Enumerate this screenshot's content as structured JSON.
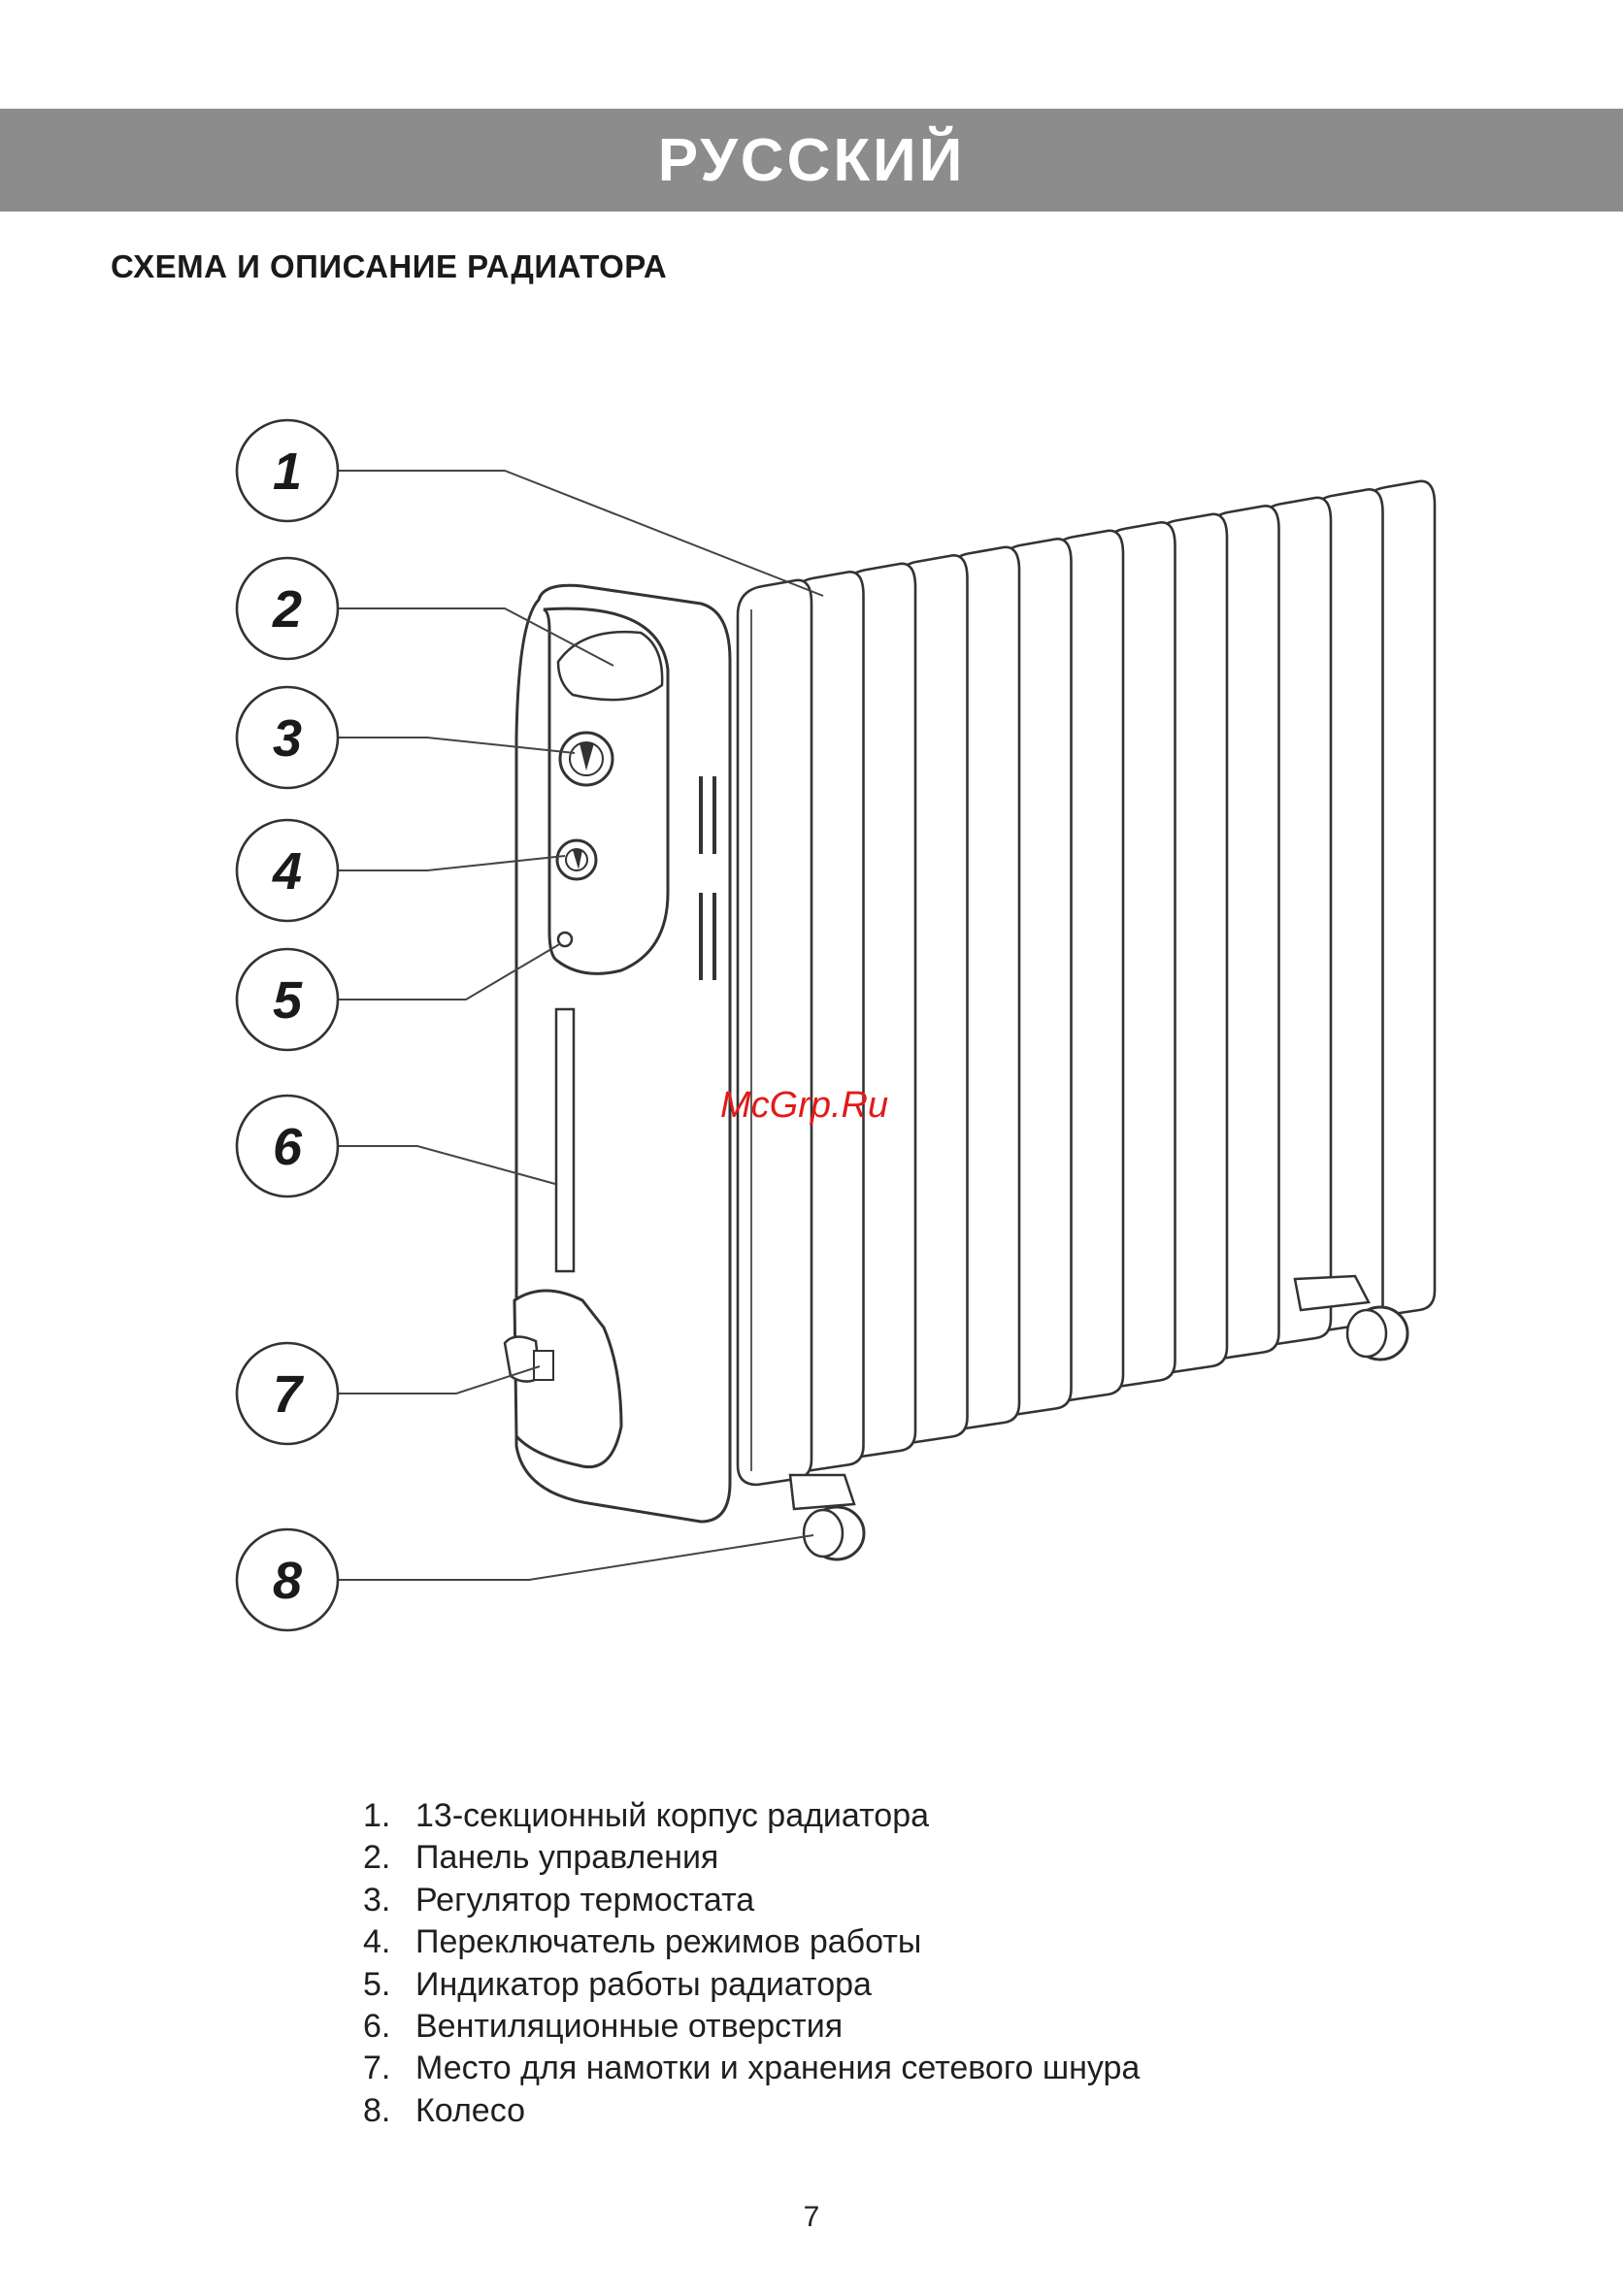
{
  "header": {
    "language": "РУССКИЙ"
  },
  "section": {
    "title": "СХЕМА И ОПИСАНИЕ РАДИАТОРА"
  },
  "diagram": {
    "callouts": [
      "1",
      "2",
      "3",
      "4",
      "5",
      "6",
      "7",
      "8"
    ]
  },
  "watermark": "McGrp.Ru",
  "legend": [
    {
      "num": "1.",
      "text": "13-секционный корпус радиатора"
    },
    {
      "num": "2.",
      "text": "Панель управления"
    },
    {
      "num": "3.",
      "text": "Регулятор термостата"
    },
    {
      "num": "4.",
      "text": "Переключатель режимов работы"
    },
    {
      "num": "5.",
      "text": "Индикатор работы радиатора"
    },
    {
      "num": "6.",
      "text": "Вентиляционные отверстия"
    },
    {
      "num": "7.",
      "text": "Место для намотки и хранения сетевого шнура"
    },
    {
      "num": "8.",
      "text": "Колесо"
    }
  ],
  "page_number": "7"
}
